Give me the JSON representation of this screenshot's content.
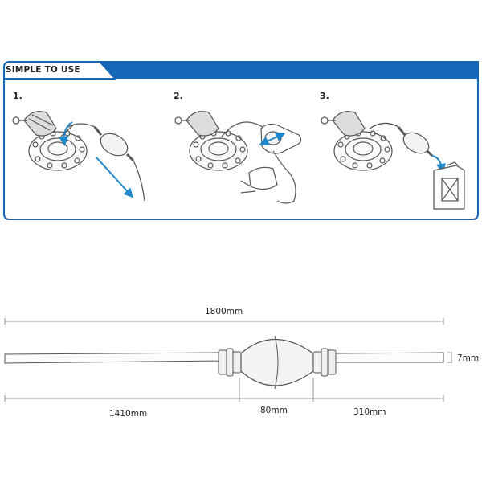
{
  "banner": {
    "title": "SIMPLE TO USE"
  },
  "steps": [
    {
      "number": "1."
    },
    {
      "number": "2."
    },
    {
      "number": "3."
    }
  ],
  "dimensions": {
    "total_length": "1800mm",
    "left_tube": "1410mm",
    "bulb": "80mm",
    "right_tube": "310mm",
    "diameter": "7mm"
  },
  "colors": {
    "brand_blue": "#1767b8",
    "arrow_blue": "#1f86c9",
    "line": "#555555"
  },
  "icons": [
    "fuel-tank-icon",
    "pump-bulb-icon",
    "hand-icon",
    "jerrycan-icon",
    "arrow-icon"
  ]
}
